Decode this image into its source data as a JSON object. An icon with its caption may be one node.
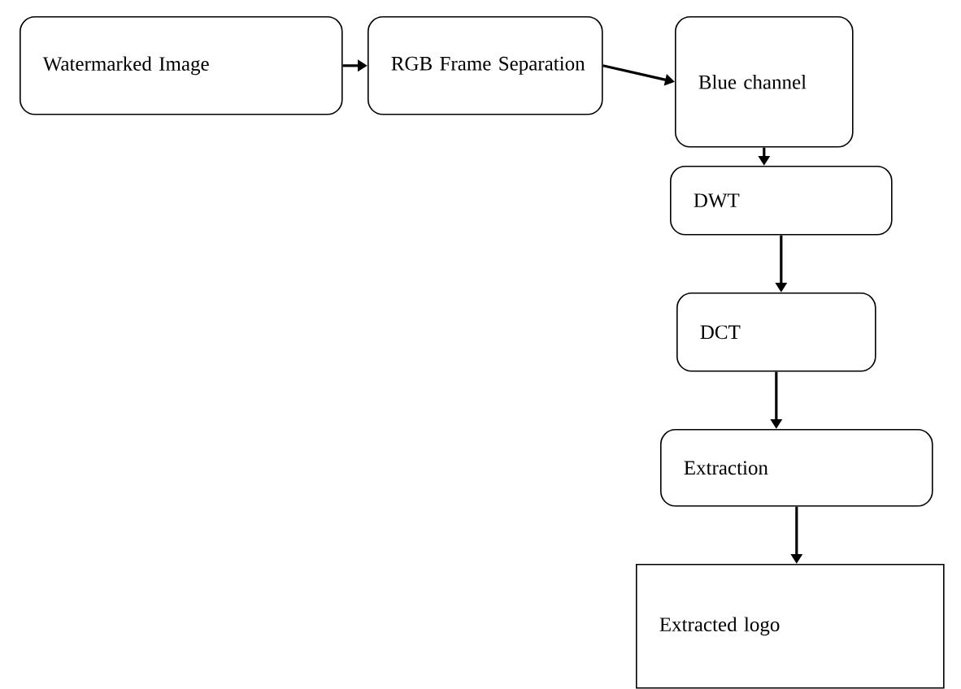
{
  "diagram": {
    "nodes": [
      {
        "text": [
          "Watermarked Image"
        ]
      },
      {
        "text": [
          "RGB Frame Separation"
        ]
      },
      {
        "text": [
          "Blue channel"
        ]
      },
      {
        "text": [
          "DWT"
        ]
      },
      {
        "text": [
          "DCT"
        ]
      },
      {
        "text": [
          "Extraction"
        ]
      },
      {
        "text": [
          "Extracted logo"
        ]
      }
    ],
    "edges": [
      {
        "from": 0,
        "to": 1,
        "arrow": "to"
      },
      {
        "from": 1,
        "to": 2,
        "arrow": "to"
      },
      {
        "from": 2,
        "to": 3,
        "arrow": "to"
      },
      {
        "from": 3,
        "to": 4,
        "arrow": "to"
      },
      {
        "from": 4,
        "to": 5,
        "arrow": "to"
      },
      {
        "from": 5,
        "to": 6,
        "arrow": "to"
      }
    ]
  }
}
